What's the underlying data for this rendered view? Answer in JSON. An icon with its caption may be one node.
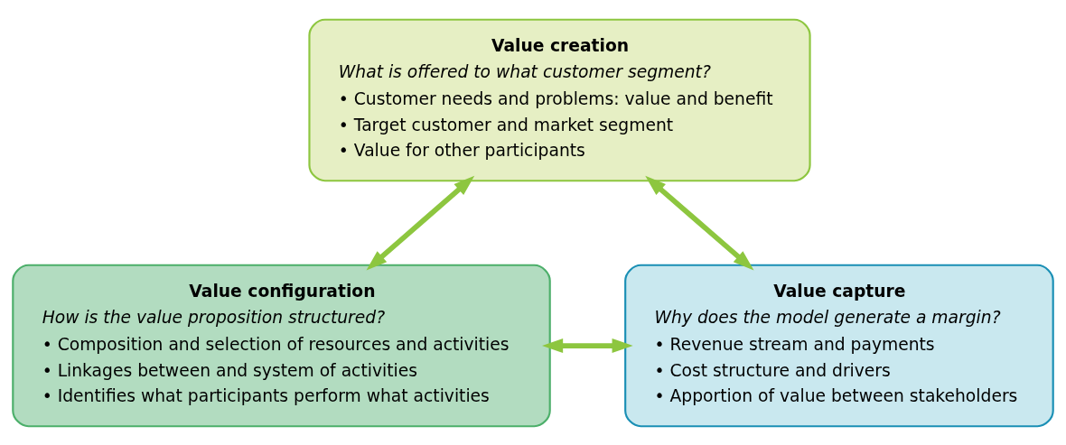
{
  "diagram": {
    "nodes": [
      {
        "text": [
          "Value creation",
          "What is offered to what customer segment?",
          "• Customer needs and problems: value and benefit",
          "• Target customer and market segment",
          "• Value for other participants"
        ]
      },
      {
        "text": [
          "Value configuration",
          "How is the value proposition structured?",
          "• Composition and selection of resources and activities",
          "• Linkages between and system of activities",
          "• Identifies what participants perform what activities"
        ]
      },
      {
        "text": [
          "Value capture",
          "Why does the model generate a margin?",
          "• Revenue stream and payments",
          "• Cost structure and drivers",
          "• Apportion of value between stakeholders"
        ]
      }
    ],
    "edges": [
      {
        "from": 0,
        "to": 1,
        "arrow": "both"
      },
      {
        "from": 0,
        "to": 2,
        "arrow": "both"
      },
      {
        "from": 1,
        "to": 2,
        "arrow": "both"
      }
    ]
  }
}
